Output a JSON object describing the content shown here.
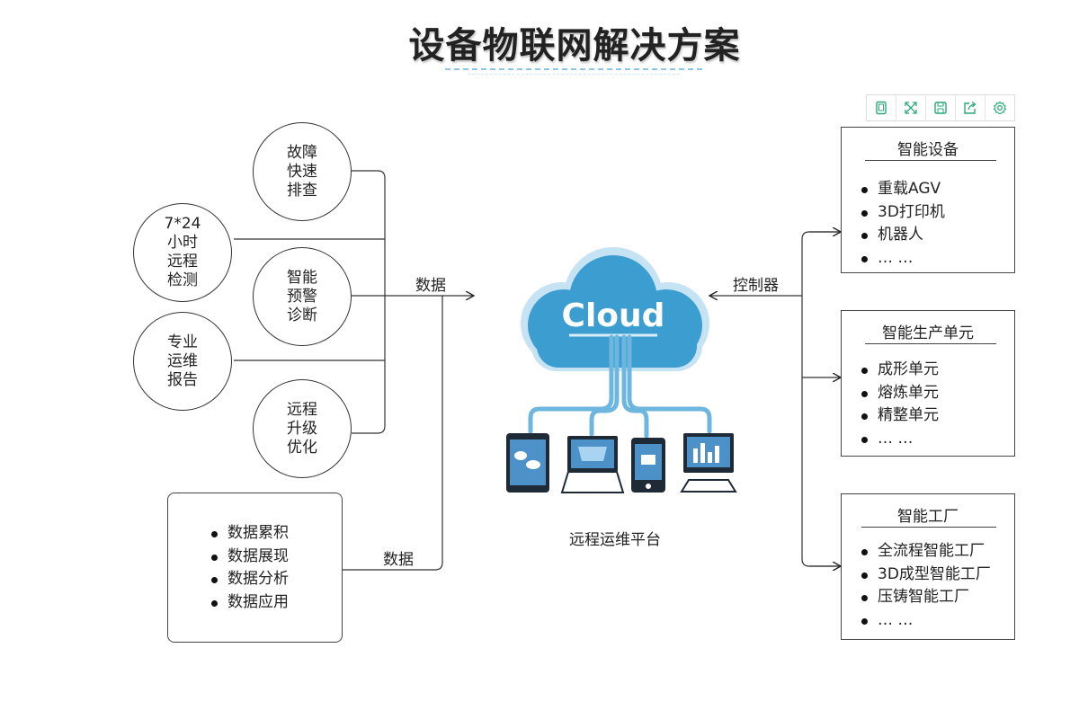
{
  "title": "设备物联网解决方案",
  "toolbar": {
    "icons": [
      "tablet-icon",
      "expand-icon",
      "save-icon",
      "share-icon",
      "settings-icon"
    ],
    "accent": "#2aa876"
  },
  "left_circles": [
    {
      "text": "故障\n快速\n排查"
    },
    {
      "text": "7*24\n小时\n远程\n检测"
    },
    {
      "text": "智能\n预警\n诊断"
    },
    {
      "text": "专业\n运维\n报告"
    },
    {
      "text": "远程\n升级\n优化"
    }
  ],
  "data_box": {
    "items": [
      "数据累积",
      "数据展现",
      "数据分析",
      "数据应用"
    ]
  },
  "arrows": {
    "top_label": "数据",
    "bottom_label": "数据",
    "controller_label": "控制器"
  },
  "cloud": {
    "text": "Cloud",
    "color": "#3c9dd0",
    "platform_label": "远程运维平台",
    "devices": [
      "tablet-icon",
      "laptop-icon",
      "phone-icon",
      "desktop-icon"
    ]
  },
  "right_boxes": [
    {
      "title": "智能设备",
      "items": [
        "重载AGV",
        "3D打印机",
        "机器人",
        "… …"
      ]
    },
    {
      "title": "智能生产单元",
      "items": [
        "成形单元",
        "熔炼单元",
        "精整单元",
        "… …"
      ]
    },
    {
      "title": "智能工厂",
      "items": [
        "全流程智能工厂",
        "3D成型智能工厂",
        "压铸智能工厂",
        "… …"
      ]
    }
  ]
}
